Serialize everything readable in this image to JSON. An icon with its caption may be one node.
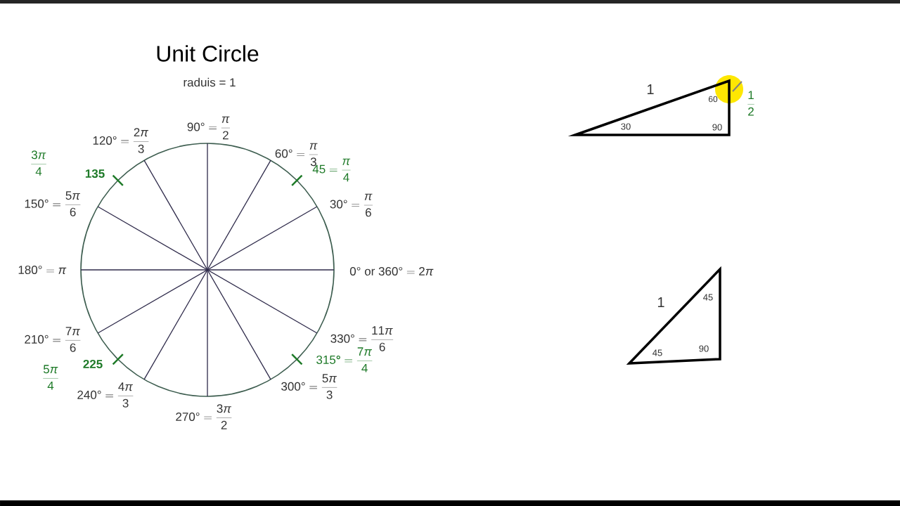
{
  "diagram": {
    "title": "Unit Circle",
    "labels": [
      "raduis = 1",
      "90\\mbox{°} = \\frac{\\pi}{2}",
      "120\\mbox{°} = \\frac{2\\pi}{3}",
      "\\frac{3\\pi}{4}",
      "60\\mbox{°} = \\frac{\\pi}{3}",
      "135",
      "45 = \\frac{\\pi}{4}",
      "150\\mbox{°} = \\frac{5\\pi}{6}",
      "30\\mbox{°} = \\frac{\\pi}{6}",
      "180\\mbox{°} = \\pi",
      "0\\mbox{° or }360\\mbox{°} = 2\\pi",
      "210\\mbox{°} = \\frac{7\\pi}{6}",
      "330\\mbox{°} = \\frac{11\\pi}{6}",
      "315\\mbox{°} = \\frac{7\\pi}{4}",
      "225",
      "\\frac{5\\pi}{4}",
      "240\\mbox{°} = \\frac{4\\pi}{3}",
      "300\\mbox{°} = \\frac{5\\pi}{3}",
      "270\\mbox{°} = \\frac{3\\pi}{2}",
      "1",
      "60",
      "\\frac{1}{2}",
      "30",
      "90",
      "1",
      "45",
      "45",
      "90"
    ]
  }
}
